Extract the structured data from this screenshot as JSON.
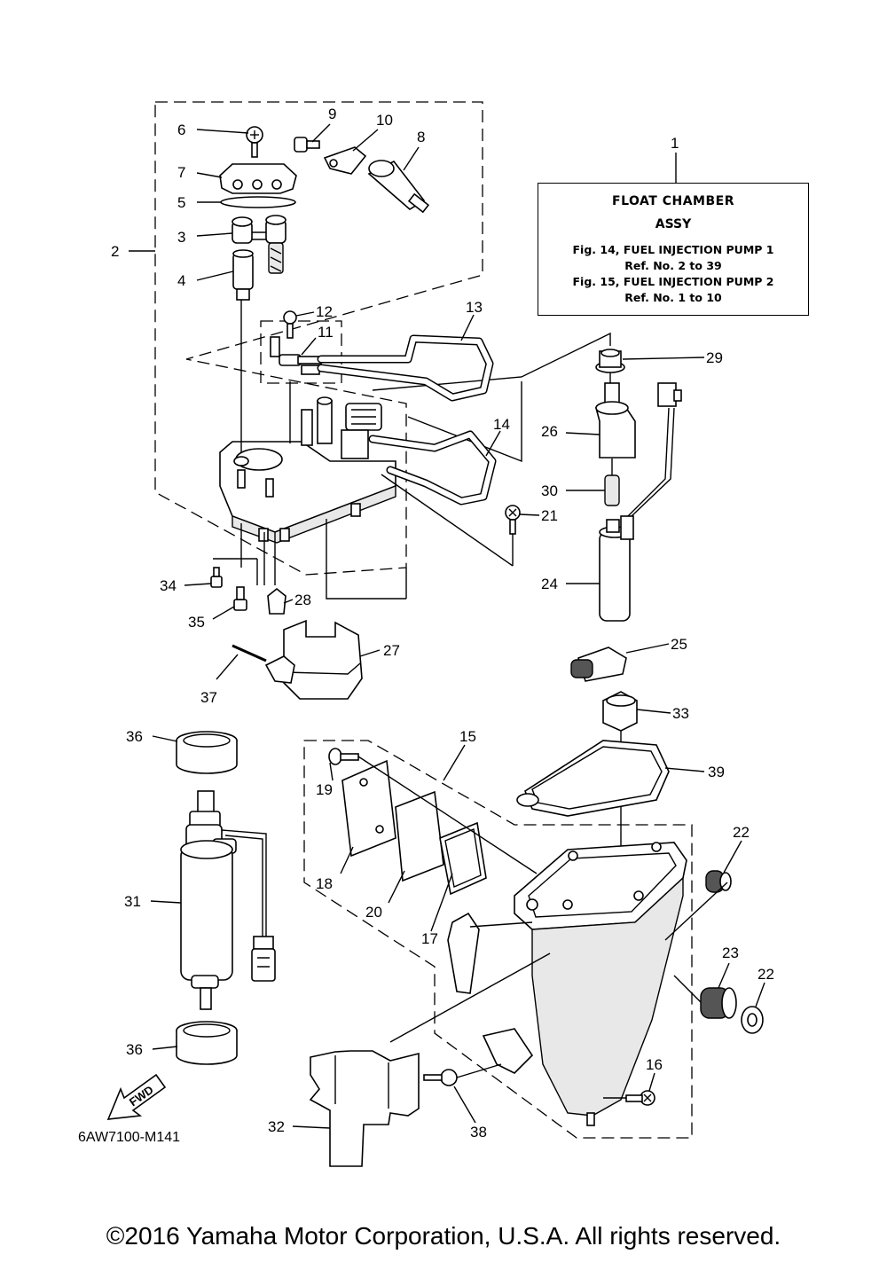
{
  "diagram_code": "6AW7100-M141",
  "fwd_label": "FWD",
  "copyright": "©2016 Yamaha Motor Corporation, U.S.A. All rights reserved.",
  "reference_box": {
    "line1": "FLOAT CHAMBER",
    "line2": "ASSY",
    "line3": "Fig. 14, FUEL INJECTION PUMP 1",
    "line4": "Ref. No. 2 to 39",
    "line5": "Fig. 15, FUEL INJECTION PUMP 2",
    "line6": "Ref. No. 1 to 10"
  },
  "callouts": [
    "1",
    "2",
    "3",
    "4",
    "5",
    "6",
    "7",
    "8",
    "9",
    "10",
    "11",
    "12",
    "13",
    "14",
    "15",
    "16",
    "17",
    "18",
    "19",
    "20",
    "21",
    "22",
    "22",
    "23",
    "24",
    "25",
    "26",
    "27",
    "28",
    "29",
    "30",
    "31",
    "32",
    "33",
    "34",
    "35",
    "36",
    "36",
    "37",
    "38",
    "39"
  ]
}
